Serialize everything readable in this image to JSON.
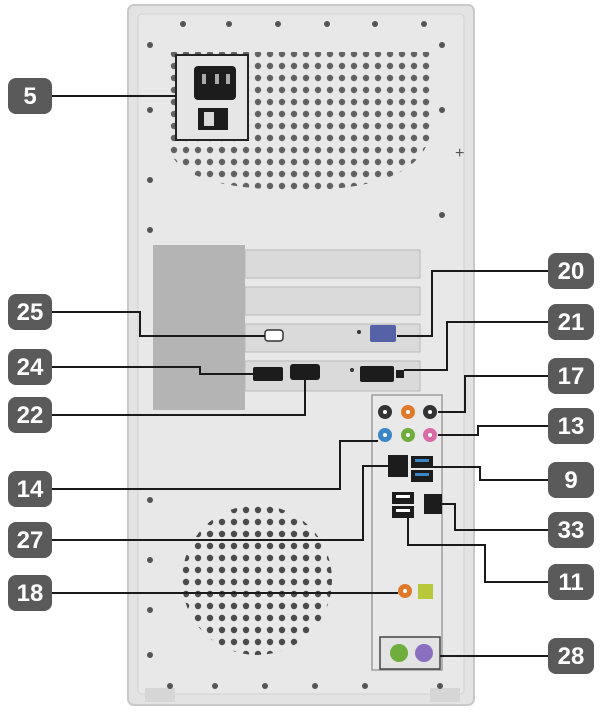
{
  "callouts": [
    {
      "id": "psu",
      "label": "5"
    },
    {
      "id": "vga",
      "label": "20"
    },
    {
      "id": "dvi",
      "label": "21"
    },
    {
      "id": "hdmi-small",
      "label": "25"
    },
    {
      "id": "displayport-left",
      "label": "24"
    },
    {
      "id": "hdmi",
      "label": "22"
    },
    {
      "id": "audio-top",
      "label": "17"
    },
    {
      "id": "audio-middle",
      "label": "13"
    },
    {
      "id": "audio-line-in",
      "label": "14"
    },
    {
      "id": "usb3",
      "label": "9"
    },
    {
      "id": "ethernet-top",
      "label": "27"
    },
    {
      "id": "ethernet-right",
      "label": "33"
    },
    {
      "id": "usb2",
      "label": "11"
    },
    {
      "id": "spdif",
      "label": "18"
    },
    {
      "id": "ps2",
      "label": "28"
    }
  ],
  "colors": {
    "badge": "#5a5a5a",
    "case": "#e3e3e3",
    "case_border": "#c9c9c9",
    "leader": "#1a1a1a",
    "audio_orange": "#e07a2a",
    "audio_green": "#6fae3c",
    "audio_pink": "#d86aa6",
    "audio_blue": "#3b86c6",
    "audio_black": "#333333",
    "ps2_green": "#6fae3c",
    "ps2_purple": "#8a6fc0",
    "vga_blue": "#5562a8"
  }
}
